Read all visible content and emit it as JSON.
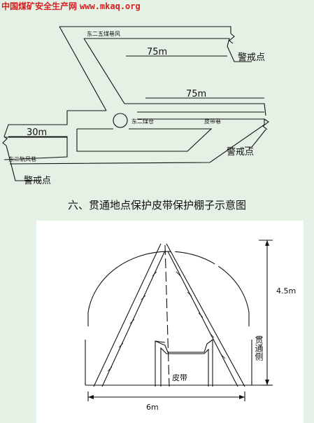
{
  "watermark": {
    "site_name": "中国煤矿安全生产网",
    "url": "www.mkaq.org",
    "color": "#d42020"
  },
  "top_diagram": {
    "labels": {
      "roadway_top": "东二五煤巷风",
      "dim_top": "75m",
      "warning_top": "警戒点",
      "dim_mid": "75m",
      "bunker": "东二煤仓",
      "belt_roadway": "皮带巷",
      "dim_left": "30m",
      "roadway_left": "东二轨风巷",
      "warning_right": "警戒点",
      "warning_left": "警戒点"
    }
  },
  "caption": "六、贯通地点保护皮带保护棚子示意图",
  "bottom_diagram": {
    "labels": {
      "height_dim": "4.5m",
      "width_dim": "6m",
      "through_side": "贯通侧",
      "belt": "皮带"
    }
  },
  "colors": {
    "background": "#e5f1e5",
    "line": "#111111",
    "panel": "#ffffff"
  }
}
